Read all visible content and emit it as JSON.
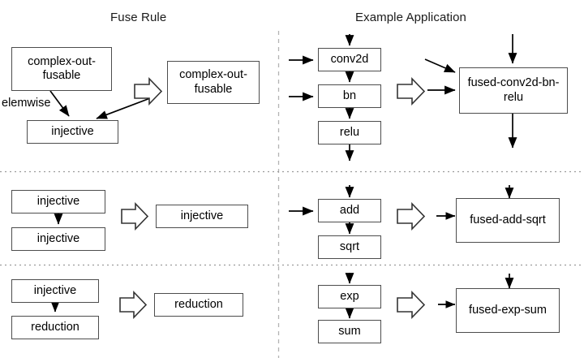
{
  "figure": {
    "kind": "fusion-rule-diagram",
    "background_color": "#ffffff",
    "box_border_color": "#4d4d4d",
    "divider_color": "#b3b3b3"
  },
  "columns": {
    "left_title": "Fuse Rule",
    "right_title": "Example Application"
  },
  "rows": [
    {
      "id": "row-1",
      "rule": {
        "source_top": "complex-out-fusable",
        "source_bottom": "injective",
        "edge_label": "elemwise",
        "result": "complex-out-fusable"
      },
      "example": {
        "source_nodes": [
          "conv2d",
          "bn",
          "relu"
        ],
        "result": "fused-conv2d-bn-relu"
      }
    },
    {
      "id": "row-2",
      "rule": {
        "source_top": "injective",
        "source_bottom": "injective",
        "edge_label": "",
        "result": "injective"
      },
      "example": {
        "source_nodes": [
          "add",
          "sqrt"
        ],
        "result": "fused-add-sqrt"
      }
    },
    {
      "id": "row-3",
      "rule": {
        "source_top": "injective",
        "source_bottom": "reduction",
        "edge_label": "",
        "result": "reduction"
      },
      "example": {
        "source_nodes": [
          "exp",
          "sum"
        ],
        "result": "fused-exp-sum"
      }
    }
  ],
  "labels": {
    "r1_src_top": "complex-out-fusable",
    "r1_src_bot": "injective",
    "r1_edge": "elemwise",
    "r1_result": "complex-out-fusable",
    "r1_ex_n1": "conv2d",
    "r1_ex_n2": "bn",
    "r1_ex_n3": "relu",
    "r1_ex_result": "fused-conv2d-bn-relu",
    "r2_src_top": "injective",
    "r2_src_bot": "injective",
    "r2_result": "injective",
    "r2_ex_n1": "add",
    "r2_ex_n2": "sqrt",
    "r2_ex_result": "fused-add-sqrt",
    "r3_src_top": "injective",
    "r3_src_bot": "reduction",
    "r3_result": "reduction",
    "r3_ex_n1": "exp",
    "r3_ex_n2": "sum",
    "r3_ex_result": "fused-exp-sum"
  }
}
